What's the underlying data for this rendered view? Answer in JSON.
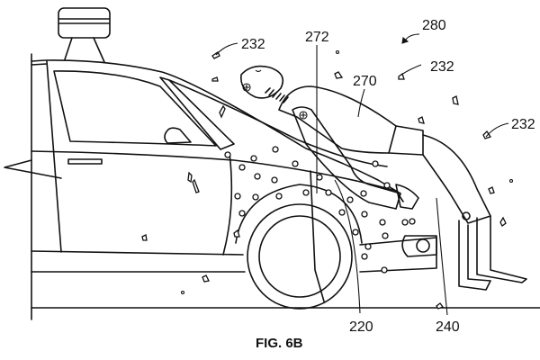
{
  "figure": {
    "caption": "FIG. 6B",
    "reference_numerals": {
      "assembly": "280",
      "adhesive_particles": "232",
      "pedestrian_dummy": "270",
      "contact_line": "272",
      "front_wheel_area": "220",
      "front_bumper_area": "240"
    },
    "labels": [
      {
        "id": "label-232-top-left",
        "text": "232"
      },
      {
        "id": "label-272",
        "text": "272"
      },
      {
        "id": "label-280",
        "text": "280"
      },
      {
        "id": "label-232-top-right",
        "text": "232"
      },
      {
        "id": "label-270",
        "text": "270"
      },
      {
        "id": "label-232-right",
        "text": "232"
      },
      {
        "id": "label-220",
        "text": "220"
      },
      {
        "id": "label-240",
        "text": "240"
      }
    ],
    "colors": {
      "line": "#111111",
      "background": "#ffffff"
    }
  }
}
